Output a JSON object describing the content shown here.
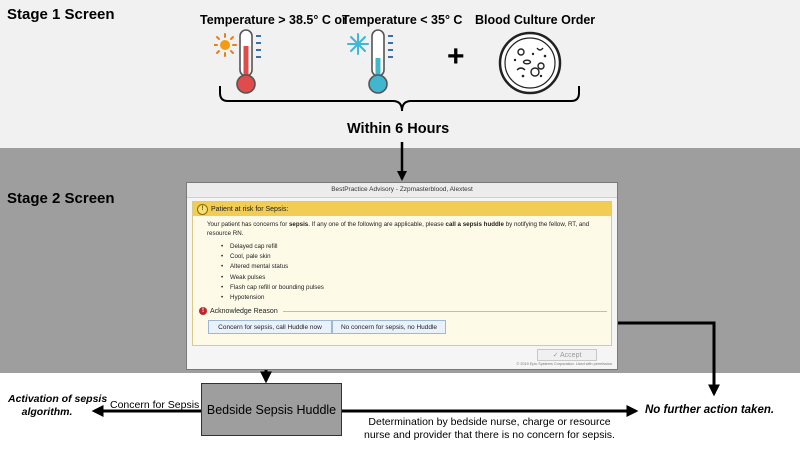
{
  "stage1": {
    "title": "Stage 1 Screen",
    "criteria": {
      "high_temp": "Temperature > 38.5° C or",
      "low_temp": "Temperature < 35° C",
      "plus": "+",
      "culture": "Blood Culture Order"
    },
    "window": "Within 6 Hours"
  },
  "stage2": {
    "title": "Stage 2 Screen",
    "advisory": {
      "window_title": "BestPractice Advisory - Zzpmasterblood, Alextest",
      "header": "Patient at risk for Sepsis:",
      "body_pre": "Your patient has concerns for ",
      "body_bold1": "sepsis",
      "body_mid": ". If any one of the following are applicable, please ",
      "body_bold2": "call a sepsis huddle",
      "body_post": " by notifying the fellow, RT, and resource RN.",
      "signs": [
        "Delayed cap refill",
        "Cool, pale skin",
        "Altered mental status",
        "Weak pulses",
        "Flash cap refill or bounding pulses",
        "Hypotension"
      ],
      "acknowledge_label": "Acknowledge Reason",
      "option_concern": "Concern for sepsis, call Huddle now",
      "option_no_concern": "No concern for sepsis, no Huddle",
      "accept_label": "Accept",
      "copyright": "© 2019 Epic Systems Corporation. Used with permission."
    }
  },
  "outcomes": {
    "huddle": "Bedside Sepsis Huddle",
    "activation_line1": "Activation of sepsis",
    "activation_line2": "algorithm.",
    "concern_label": "Concern for Sepsis",
    "no_action": "No further action taken.",
    "determination_line1": "Determination by bedside nurse, charge or resource",
    "determination_line2": "nurse and provider that there is no concern for sepsis."
  }
}
